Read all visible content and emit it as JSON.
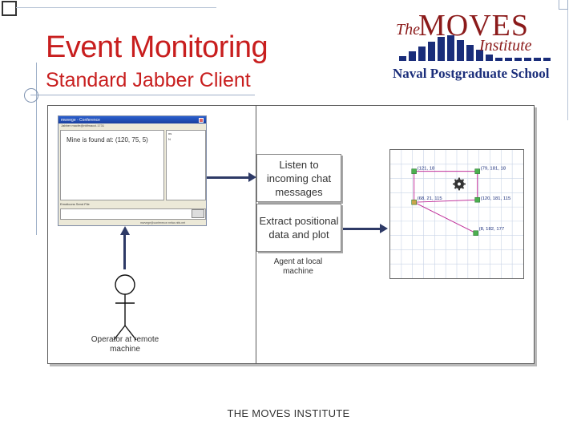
{
  "slide": {
    "title": "Event Monitoring",
    "subtitle": "Standard Jabber Client",
    "footer": "THE MOVES INSTITUTE"
  },
  "logo": {
    "the": "The",
    "moves": "MOVES",
    "institute": "Institute",
    "school": "Naval Postgraduate School"
  },
  "chat_window": {
    "title": "mwvege - Conference",
    "menu": "Jabber  macfe@ntifmacci.1731",
    "message": "Mine is found at: (120, 75, 5)",
    "roster": [
      "ns",
      "N",
      ""
    ],
    "toolbar": "Emoticons   Send   File",
    "status": "mwvege@conference.rmfax.ntfs.net"
  },
  "diagram": {
    "listen_box": "Listen to incoming chat messages",
    "extract_box": "Extract positional data and plot",
    "agent_label": "Agent at local machine",
    "operator_label": "Operator at remote machine"
  },
  "plot": {
    "points": [
      {
        "label": "(121, 18"
      },
      {
        "label": "(79, 181, 18"
      },
      {
        "label": "(68, 21, 115"
      },
      {
        "label": "(120, 181, 115"
      },
      {
        "label": "(8, 182, 177"
      }
    ]
  },
  "colors": {
    "title": "#c81e1e",
    "logo_red": "#8b1a1a",
    "logo_blue": "#1a2d7a",
    "arrow": "#2e3a66",
    "plot_line": "#c0309a",
    "plot_point": "#4caf50"
  }
}
